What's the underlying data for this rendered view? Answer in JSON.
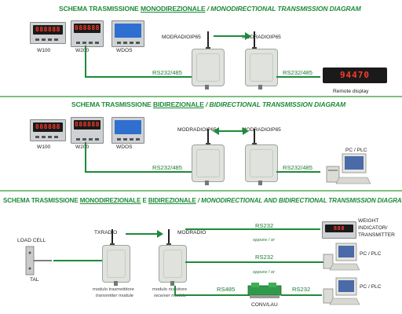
{
  "section1": {
    "title_a": "SCHEMA TRASMISSIONE ",
    "title_b": "MONODIREZIONALE",
    "title_c": " / MONODIRECTIONAL TRANSMISSION DIAGRAM",
    "devices": [
      {
        "label": "W100",
        "display": "888888",
        "screen_color": "#1a1a1a"
      },
      {
        "label": "W200",
        "display": "888888",
        "screen_color": "#1a1a1a"
      },
      {
        "label": "WDOS",
        "display": "",
        "screen_color": "#2f6fd0"
      }
    ],
    "radio_left": "MODRADIOIP65",
    "radio_right": "MODRADIOIP65",
    "link_left": "RS232/485",
    "link_right": "RS232/485",
    "remote_value": "94470",
    "remote_label": "Remote display"
  },
  "section2": {
    "title_a": "SCHEMA TRASMISSIONE ",
    "title_b": "BIDIREZIONALE",
    "title_c": " / BIDIRECTIONAL TRANSMISSION DIAGRAM",
    "devices": [
      {
        "label": "W100",
        "display": "888888",
        "screen_color": "#1a1a1a"
      },
      {
        "label": "W200",
        "display": "888888",
        "screen_color": "#1a1a1a"
      },
      {
        "label": "WDOS",
        "display": "",
        "screen_color": "#2f6fd0"
      }
    ],
    "radio_left": "MODRADIOIP65",
    "radio_right": "MODRADIOIP65",
    "link_left": "RS232/485",
    "link_right": "RS232/485",
    "pc_label": "PC / PLC"
  },
  "section3": {
    "title_a": "SCHEMA TRASMISSIONE ",
    "title_b": "MONODIREZIONALE",
    "title_mid": " E ",
    "title_c": "BIDIREZIONALE",
    "title_d": " / MONODIRECTIONAL AND BIDIRECTIONAL TRANSMISSION DIAGRAM",
    "load_cell": "LOAD CELL",
    "tal": "TAL",
    "txradio": "TXRADIO",
    "modradio": "MODRADIO",
    "tx_module_it": "modulo trasmettitore",
    "tx_module_en": "transmitter module",
    "rx_module_it": "modulo ricevitore",
    "rx_module_en": "receiver module",
    "rs232_top": "RS232",
    "oppure1": "oppure / or",
    "rs232_mid": "RS232",
    "oppure2": "oppure / or",
    "rs485": "RS485",
    "rs232_bot": "RS232",
    "convlau": "CONV/LAU",
    "weight_l1": "WEIGHT",
    "weight_l2": "INDICATOR/",
    "weight_l3": "TRANSMITTER",
    "weight_display": "888",
    "pc_label_1": "PC / PLC",
    "pc_label_2": "PC / PLC"
  },
  "colors": {
    "accent": "#1e8a3a",
    "link": "#1f8a3b",
    "separator": "#7cc07e"
  }
}
